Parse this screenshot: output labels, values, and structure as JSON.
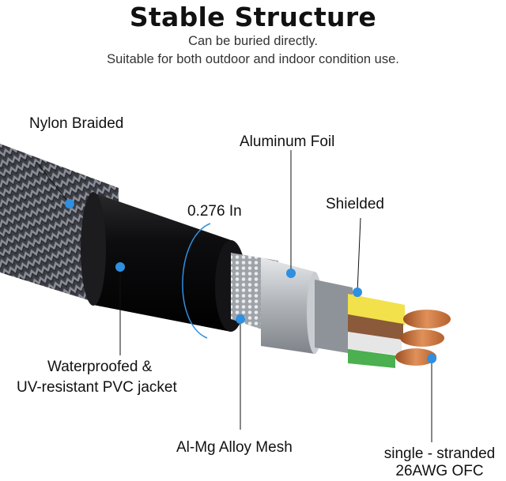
{
  "header": {
    "title": "Stable Structure",
    "subtitle_line1": "Can be buried directly.",
    "subtitle_line2": "Suitable for both outdoor and indoor condition use."
  },
  "labels": {
    "nylon": "Nylon Braided",
    "aluminum": "Aluminum Foil",
    "diameter": "0.276 In",
    "shielded": "Shielded",
    "pvc_line1": "Waterproofed &",
    "pvc_line2": "UV-resistant PVC jacket",
    "mesh": "Al-Mg Alloy Mesh",
    "core_line1": "single - stranded",
    "core_line2": "26AWG OFC"
  },
  "colors": {
    "marker": "#2f8fe0",
    "jacket": "#111111",
    "braid": "#5a5d66",
    "foil": "#b8bcc2",
    "copper": "#c8723a"
  }
}
